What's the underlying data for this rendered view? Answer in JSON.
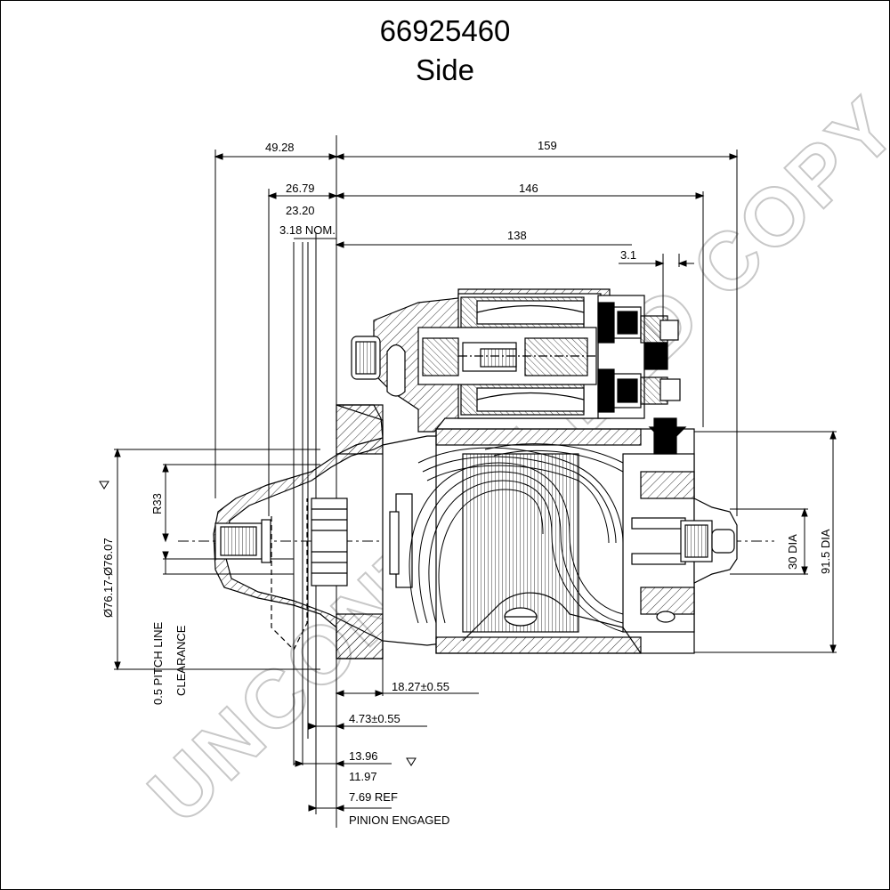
{
  "title": {
    "part_number": "66925460",
    "view": "Side"
  },
  "dimensions": {
    "d1": "49.28",
    "d2": "159",
    "d3": "26.79",
    "d4": "146",
    "d5": "23.20",
    "d6": "3.18 NOM.",
    "d7": "138",
    "d8": "3.1",
    "d9": "R33",
    "d10": "Ø76.17-Ø76.07",
    "d11": "0.5 PITCH LINE",
    "d12": "CLEARANCE",
    "d13": "30 DIA",
    "d14": "91.5 DIA",
    "d15": "18.27±0.55",
    "d16": "4.73±0.55",
    "d17": "13.96",
    "d18": "11.97",
    "d19": "7.69 REF",
    "d20": "PINION ENGAGED"
  },
  "watermark": "UNCONTROLLED COPY"
}
